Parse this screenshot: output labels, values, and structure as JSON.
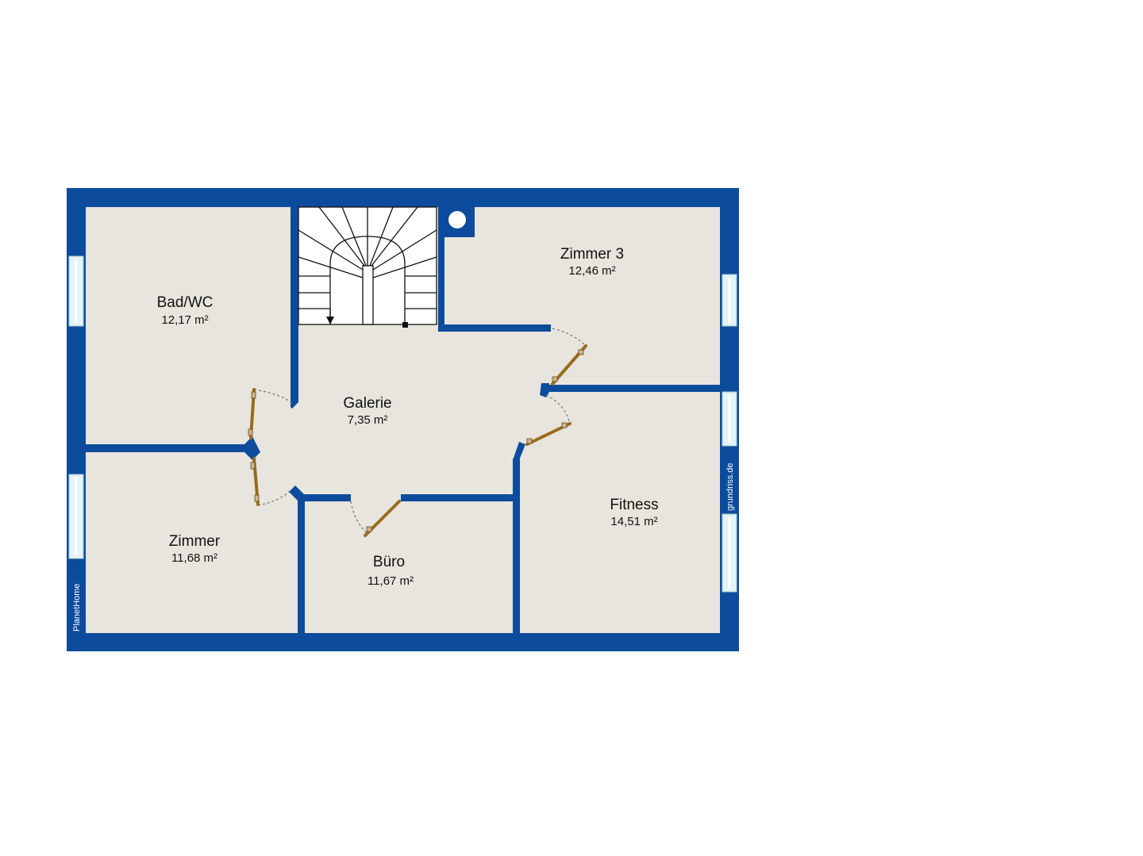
{
  "colors": {
    "wall": "#0d4c9c",
    "floor": "#e7e5dd",
    "door": "#9a6a1c",
    "window": "#e3f4f8",
    "stairs": "#111111"
  },
  "rooms": {
    "bad": {
      "name": "Bad/WC",
      "area": "12,17 m²"
    },
    "zimmer3": {
      "name": "Zimmer 3",
      "area": "12,46 m²"
    },
    "galerie": {
      "name": "Galerie",
      "area": "7,35 m²"
    },
    "zimmer": {
      "name": "Zimmer",
      "area": "11,68 m²"
    },
    "buero": {
      "name": "Büro",
      "area": "11,67  m²"
    },
    "fitness": {
      "name": "Fitness",
      "area": "14,51 m²"
    }
  },
  "credits": {
    "left": "PlanetHome",
    "right": "grundriss.de"
  }
}
